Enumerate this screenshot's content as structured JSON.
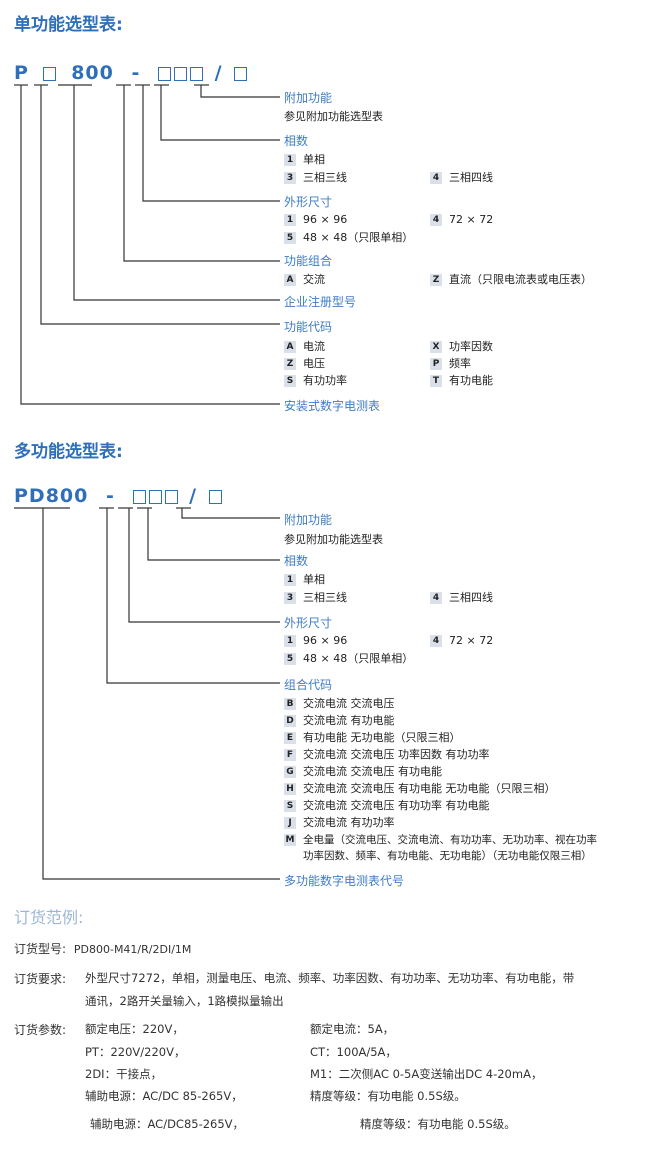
{
  "single": {
    "title": "单功能选型表:",
    "code_p": "P",
    "code_800": "800",
    "code_dash": "-",
    "code_slash": "/",
    "additional": {
      "title": "附加功能",
      "note": "参见附加功能选型表"
    },
    "phase": {
      "title": "相数",
      "items": [
        {
          "key": "1",
          "label": "单相"
        },
        {
          "key": "3",
          "label": "三相三线"
        },
        {
          "key": "4",
          "label": "三相四线"
        }
      ]
    },
    "size": {
      "title": "外形尺寸",
      "items": [
        {
          "key": "1",
          "label": "96 × 96"
        },
        {
          "key": "4",
          "label": "72 × 72"
        },
        {
          "key": "5",
          "label": "48 × 48（只限单相）"
        }
      ]
    },
    "combo": {
      "title": "功能组合",
      "items": [
        {
          "key": "A",
          "label": "交流"
        },
        {
          "key": "Z",
          "label": "直流（只限电流表或电压表）"
        }
      ]
    },
    "reg": {
      "title": "企业注册型号"
    },
    "func": {
      "title": "功能代码",
      "items": [
        {
          "key": "A",
          "label": "电流"
        },
        {
          "key": "X",
          "label": "功率因数"
        },
        {
          "key": "Z",
          "label": "电压"
        },
        {
          "key": "P",
          "label": "频率"
        },
        {
          "key": "S",
          "label": "有功功率"
        },
        {
          "key": "T",
          "label": "有功电能"
        }
      ]
    },
    "install": {
      "title": "安装式数字电测表"
    }
  },
  "multi": {
    "title": "多功能选型表:",
    "code_pd": "PD800",
    "code_dash": "-",
    "code_slash": "/",
    "additional": {
      "title": "附加功能",
      "note": "参见附加功能选型表"
    },
    "phase": {
      "title": "相数",
      "items": [
        {
          "key": "1",
          "label": "单相"
        },
        {
          "key": "3",
          "label": "三相三线"
        },
        {
          "key": "4",
          "label": "三相四线"
        }
      ]
    },
    "size": {
      "title": "外形尺寸",
      "items": [
        {
          "key": "1",
          "label": "96 × 96"
        },
        {
          "key": "4",
          "label": "72 × 72"
        },
        {
          "key": "5",
          "label": "48 × 48（只限单相）"
        }
      ]
    },
    "combo": {
      "title": "组合代码",
      "items": [
        {
          "key": "B",
          "label": "交流电流  交流电压"
        },
        {
          "key": "D",
          "label": "交流电流  有功电能"
        },
        {
          "key": "E",
          "label": "有功电能  无功电能（只限三相）"
        },
        {
          "key": "F",
          "label": "交流电流  交流电压  功率因数  有功功率"
        },
        {
          "key": "G",
          "label": "交流电流  交流电压  有功电能"
        },
        {
          "key": "H",
          "label": "交流电流  交流电压  有功电能  无功电能（只限三相）"
        },
        {
          "key": "S",
          "label": "交流电流  交流电压  有功功率  有功电能"
        },
        {
          "key": "J",
          "label": "交流电流  有功功率"
        },
        {
          "key": "M",
          "label": "全电量（交流电压、交流电流、有功功率、无功功率、视在功率"
        },
        {
          "key": "",
          "label": "功率因数、频率、有功电能、无功电能）（无功电能仅限三相）"
        }
      ]
    },
    "meter": {
      "title": "多功能数字电测表代号"
    }
  },
  "order": {
    "title": "订货范例:",
    "model_label": "订货型号:",
    "model_value": "PD800-M41/R/2DI/1M",
    "req_label": "订货要求:",
    "req_line1": "外型尺寸7272，单相，测量电压、电流、频率、功率因数、有功功率、无功功率、有功电能，带",
    "req_line2": "通讯，2路开关量输入，1路模拟量输出",
    "param_label": "订货参数:",
    "params": [
      {
        "left": "额定电压：220V，",
        "right": "额定电流：5A，"
      },
      {
        "left": "PT：220V/220V，",
        "right": "CT：100A/5A，"
      },
      {
        "left": "2DI：干接点，",
        "right": "M1：二次侧AC 0-5A变送输出DC 4-20mA，"
      },
      {
        "left": "辅助电源：AC/DC 85-265V，",
        "right": "精度等级：有功电能 0.5S级。"
      }
    ],
    "extra_left": "辅助电源：AC/DC85-265V，",
    "extra_right": "精度等级：有功电能 0.5S级。"
  }
}
